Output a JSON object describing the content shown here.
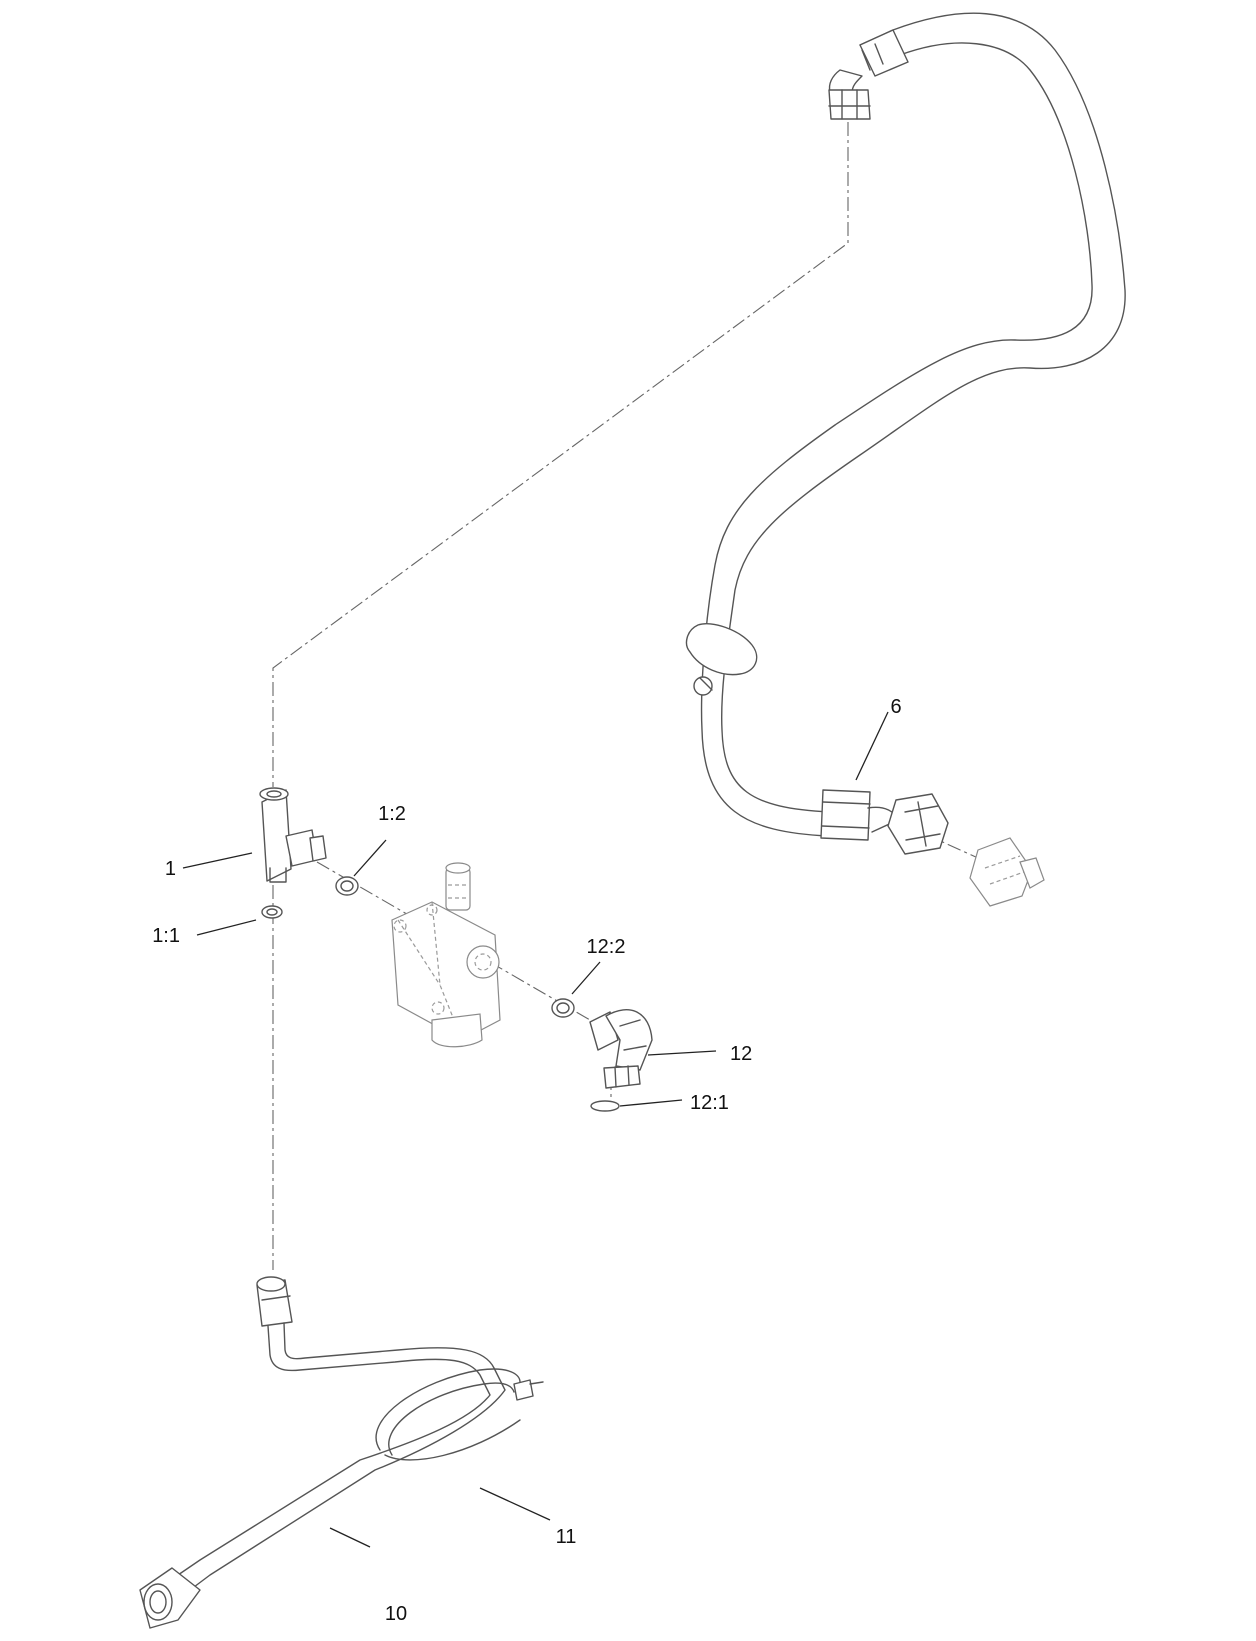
{
  "callouts": {
    "c1": "1",
    "c1_1": "1:1",
    "c1_2": "1:2",
    "c6": "6",
    "c10": "10",
    "c11": "11",
    "c12": "12",
    "c12_1": "12:1",
    "c12_2": "12:2"
  }
}
